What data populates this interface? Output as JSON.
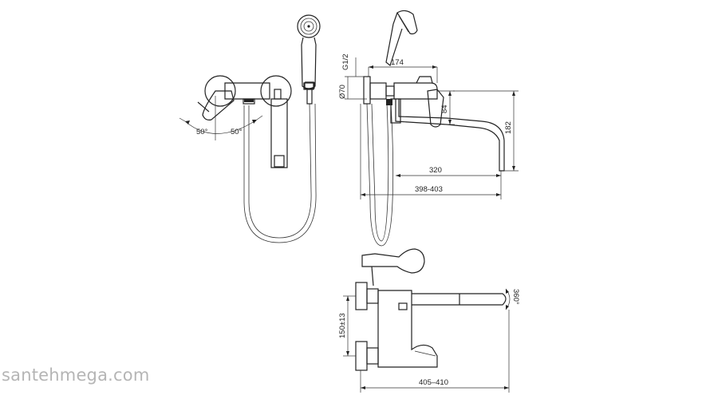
{
  "dimensions": {
    "rotation_left": "50°",
    "rotation_right": "50°",
    "thread": "G1/2",
    "flange_diameter": "Ø70",
    "body_length": "174",
    "body_height": "84",
    "spout_height": "182",
    "spout_length": "320",
    "total_length": "398-403",
    "spout_rotation": "360°",
    "center_distance": "150±13",
    "bottom_length": "405–410"
  },
  "watermark": "santehmega.com"
}
